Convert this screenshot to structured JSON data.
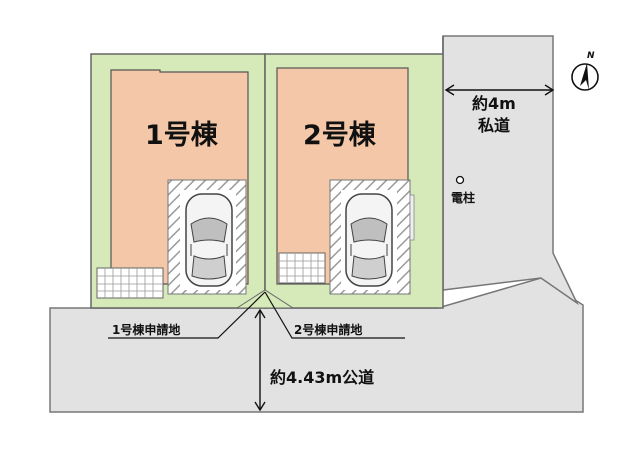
{
  "lots": [
    {
      "name": "1号棟",
      "application_label": "1号棟申請地",
      "color": "#f3c7a7"
    },
    {
      "name": "2号棟",
      "application_label": "2号棟申請地",
      "color": "#f3c7a7"
    }
  ],
  "private_road": {
    "width_label": "約4m",
    "type_label": "私道"
  },
  "public_road": {
    "label": "約4.43m公道"
  },
  "utility_pole": {
    "label": "電柱",
    "icon": "utility-pole-icon"
  },
  "compass": {
    "label": "N",
    "icon": "north-arrow-icon"
  },
  "colors": {
    "lot_fill": "#f3c7a7",
    "yard_fill": "#d6e9b8",
    "road_fill": "#e2e2e2",
    "parking_fill": "#ffffff"
  }
}
